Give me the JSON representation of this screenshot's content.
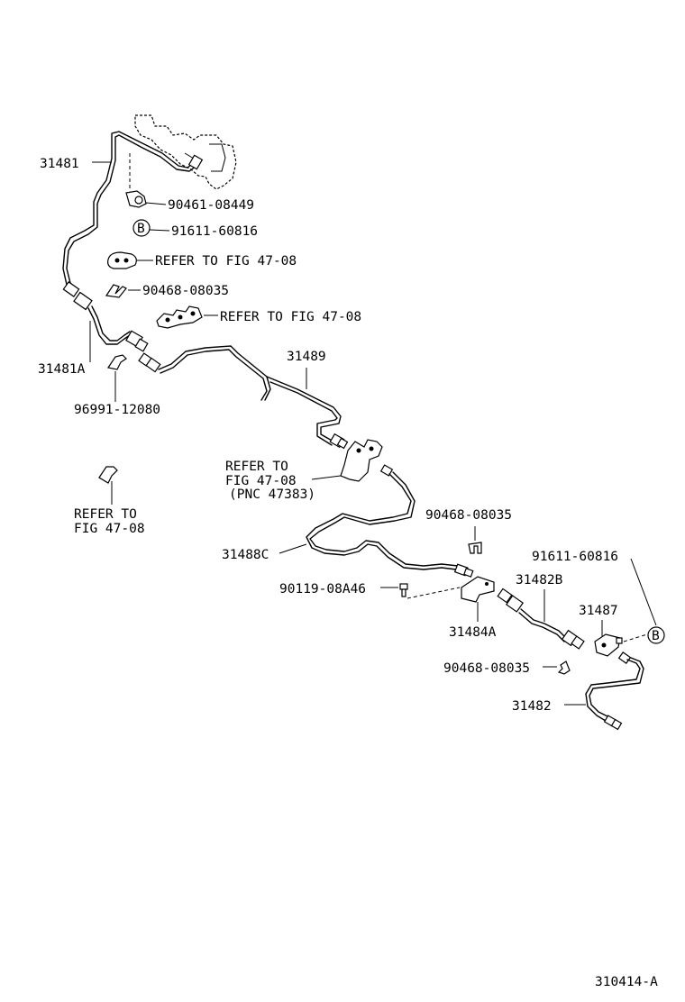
{
  "parts": {
    "p31481": "31481",
    "p90461": "90461-08449",
    "p91611a": "91611-60816",
    "refer1": "REFER TO FIG 47-08",
    "p90468a": "90468-08035",
    "refer2": "REFER TO FIG 47-08",
    "p31481a": "31481A",
    "p31489": "31489",
    "p96991": "96991-12080",
    "refer3_l1": "REFER TO",
    "refer3_l2": "FIG 47-08",
    "refer3_l3": "(PNC 47383)",
    "refer4_l1": "REFER TO",
    "refer4_l2": "FIG 47-08",
    "p90468b": "90468-08035",
    "p31488c": "31488C",
    "p91611b": "91611-60816",
    "p90119": "90119-08A46",
    "p31482b": "31482B",
    "p31487": "31487",
    "p31484a": "31484A",
    "p90468c": "90468-08035",
    "p31482": "31482",
    "markerB1": "B",
    "markerB2": "B"
  },
  "figure_id": "310414-A"
}
